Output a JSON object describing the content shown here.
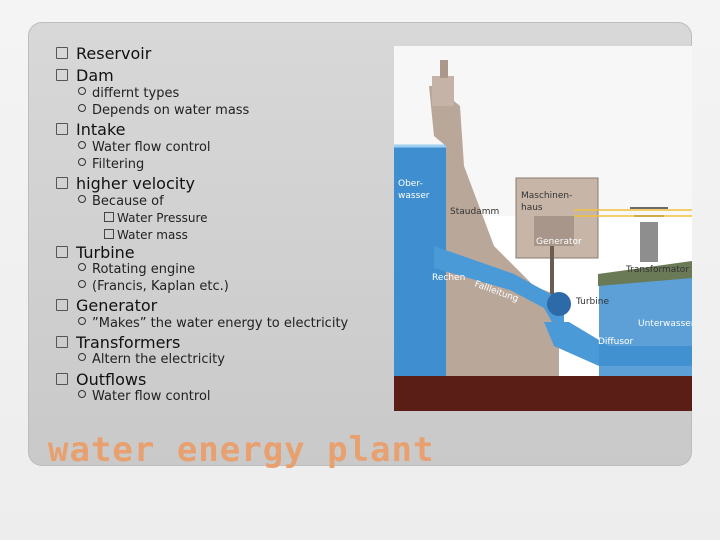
{
  "outline": [
    {
      "label": "Reservoir",
      "children": []
    },
    {
      "label": "Dam",
      "children": [
        {
          "label": "differnt types"
        },
        {
          "label": "Depends on water mass"
        }
      ]
    },
    {
      "label": "Intake",
      "children": [
        {
          "label": "Water flow control"
        },
        {
          "label": "Filtering"
        }
      ]
    },
    {
      "label": "higher velocity",
      "children": [
        {
          "label": "Because of",
          "children": [
            {
              "label": "Water Pressure"
            },
            {
              "label": "Water mass"
            }
          ]
        }
      ]
    },
    {
      "label": "Turbine",
      "children": [
        {
          "label": "Rotating engine"
        },
        {
          "label": "(Francis, Kaplan etc.)"
        }
      ]
    },
    {
      "label": "Generator",
      "children": [
        {
          "label": "”Makes” the water energy to electricity"
        }
      ]
    },
    {
      "label": "Transformers",
      "children": [
        {
          "label": "Altern the electricity"
        }
      ]
    },
    {
      "label": "Outflows",
      "children": [
        {
          "label": "Water flow control"
        }
      ]
    }
  ],
  "diagram": {
    "labels": {
      "oberwasser_1": "Ober-",
      "oberwasser_2": "wasser",
      "staudamm": "Staudamm",
      "maschinenhaus_1": "Maschinen-",
      "maschinenhaus_2": "haus",
      "generator": "Generator",
      "rechen": "Rechen",
      "fallleitung": "Fallleitung",
      "turbine": "Turbine",
      "transformator": "Transformator",
      "unterwasser": "Unterwasser",
      "diffusor": "Diffusor"
    },
    "colors": {
      "water": "#3f8fd0",
      "concrete": "#b9a79a",
      "ground": "#5a1e16",
      "pipe": "#4a9ad8"
    }
  },
  "slide_title": "water energy plant"
}
